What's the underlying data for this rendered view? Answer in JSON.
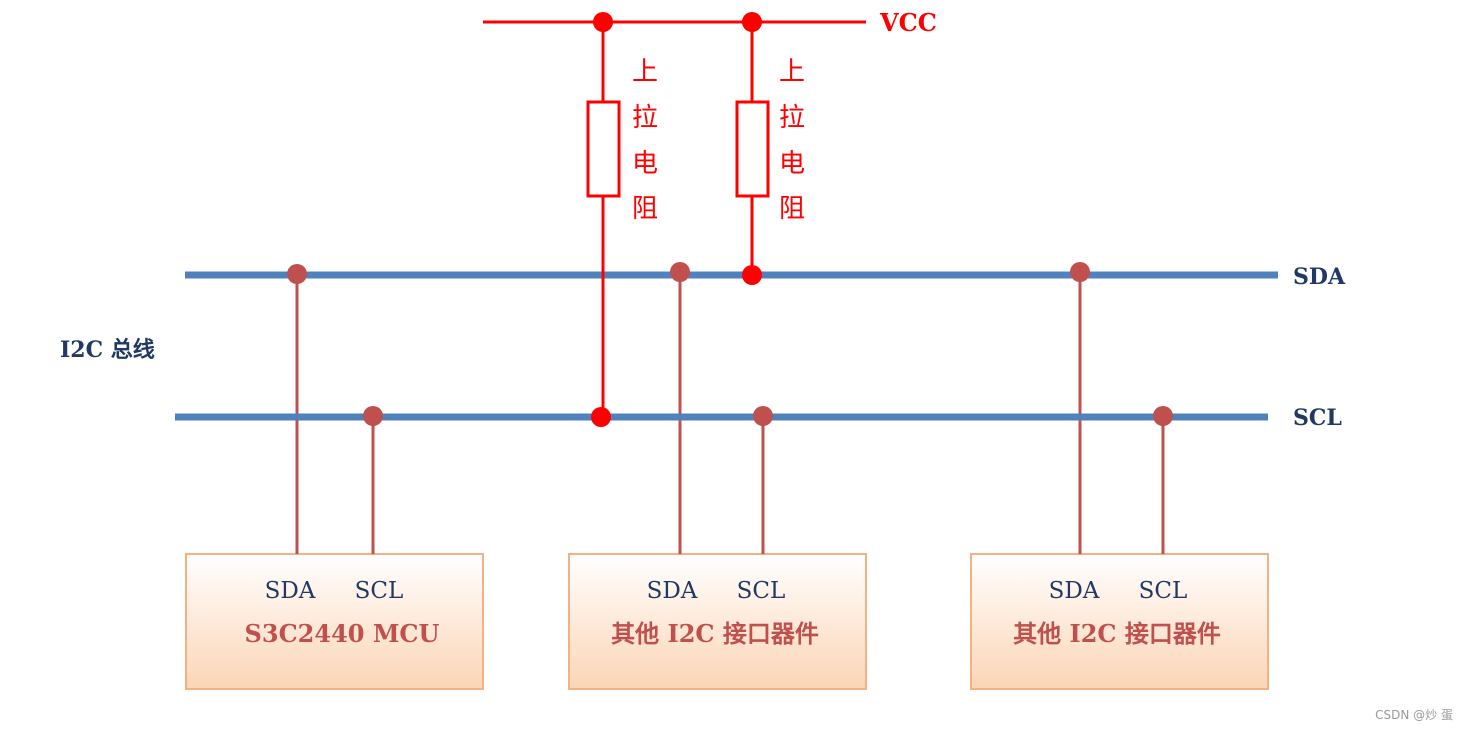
{
  "colors": {
    "bus": "#4f81bd",
    "power": "#ff0000",
    "tap": "#c0504d",
    "label_blue": "#1f3864",
    "label_red": "#c0504d",
    "box_border": "#f4b183",
    "box_top": "#ffffff",
    "box_bottom": "#fbd5b5",
    "watermark": "#999999"
  },
  "labels": {
    "vcc": "VCC",
    "sda_line": "SDA",
    "scl_line": "SCL",
    "bus_name": "I2C 总线",
    "pullup_1": [
      "上",
      "拉",
      "电",
      "阻"
    ],
    "pullup_2": [
      "上",
      "拉",
      "电",
      "阻"
    ]
  },
  "devices": [
    {
      "name": "S3C2440 MCU",
      "pin_sda": "SDA",
      "pin_scl": "SCL"
    },
    {
      "name": "其他 I2C 接口器件",
      "pin_sda": "SDA",
      "pin_scl": "SCL"
    },
    {
      "name": "其他 I2C 接口器件",
      "pin_sda": "SDA",
      "pin_scl": "SCL"
    }
  ],
  "watermark": "CSDN @炒 蛋"
}
